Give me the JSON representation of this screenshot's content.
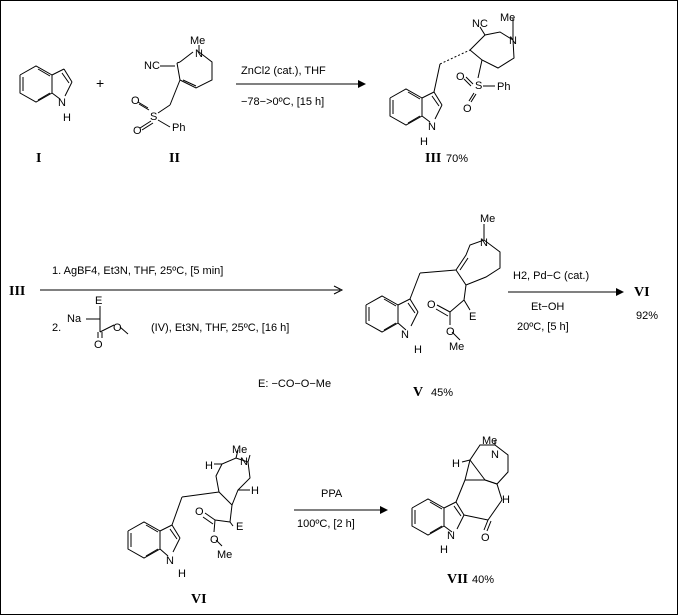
{
  "scheme": {
    "step1": {
      "reactant1_label": "I",
      "reactant2_label": "II",
      "plus": "+",
      "reagent_top": "ZnCl2 (cat.), THF",
      "conditions_bottom": "−78−>0ºC, [15 h]",
      "product_label": "III",
      "product_yield": "70%",
      "atoms": {
        "nh": "N",
        "h": "H",
        "cn": "NC",
        "me": "Me",
        "n": "N",
        "s": "S",
        "ph": "Ph",
        "o": "O"
      }
    },
    "step2": {
      "start_label": "III",
      "cond1": "1. AgBF4, Et3N, THF,    25ºC, [5 min]",
      "cond2_num": "2.",
      "cond2_reagent": "(IV), Et3N, THF,   25ºC, [16 h]",
      "reagent_iv_atoms": {
        "na": "Na",
        "e": "E",
        "o": "O",
        "ome": "O"
      },
      "product_label": "V",
      "product_yield": "45%",
      "legend": "E:  −CO−O−Me",
      "atoms": {
        "me": "Me",
        "n": "N",
        "nh": "N",
        "h": "H",
        "e": "E",
        "o": "O",
        "ome": "Me"
      }
    },
    "step3": {
      "reagent_top": "H2, Pd−C (cat.)",
      "solvent": "Et−OH",
      "conditions": "20ºC, [5 h]",
      "product_label": "VI",
      "product_yield": "92%"
    },
    "step4": {
      "start_label": "VI",
      "reagent_top": "PPA",
      "conditions": "100ºC, [2 h]",
      "product_label": "VII",
      "product_yield": "40%",
      "atoms": {
        "me": "Me",
        "n": "N",
        "h": "H",
        "e": "E",
        "o": "O",
        "ome": "Me"
      }
    }
  }
}
